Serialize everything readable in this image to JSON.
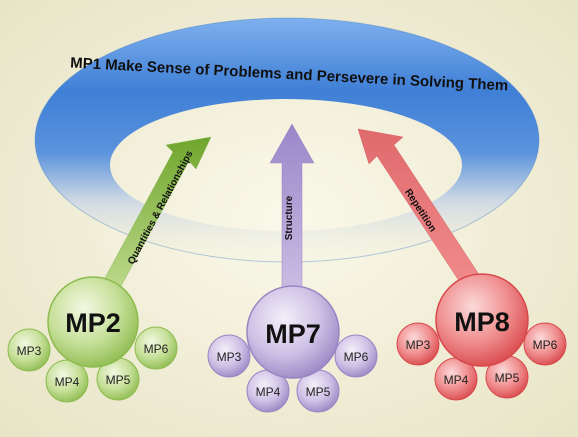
{
  "title": "MP1 Make Sense of Problems and Persevere in Solving Them",
  "arrows": [
    {
      "label": "Quantities & Relationships",
      "color": "#7fae3a"
    },
    {
      "label": "Structure",
      "color": "#9b87c8"
    },
    {
      "label": "Repetition",
      "color": "#e07173"
    }
  ],
  "clusters": [
    {
      "main": "MP2",
      "subs": [
        "MP3",
        "MP4",
        "MP5",
        "MP6"
      ],
      "color": "#a8cf6a"
    },
    {
      "main": "MP7",
      "subs": [
        "MP3",
        "MP4",
        "MP5",
        "MP6"
      ],
      "color": "#b9a7db"
    },
    {
      "main": "MP8",
      "subs": [
        "MP3",
        "MP4",
        "MP5",
        "MP6"
      ],
      "color": "#ea6f70"
    }
  ],
  "colors": {
    "background": "#f3f1dd",
    "arc": "#4a86d9"
  }
}
